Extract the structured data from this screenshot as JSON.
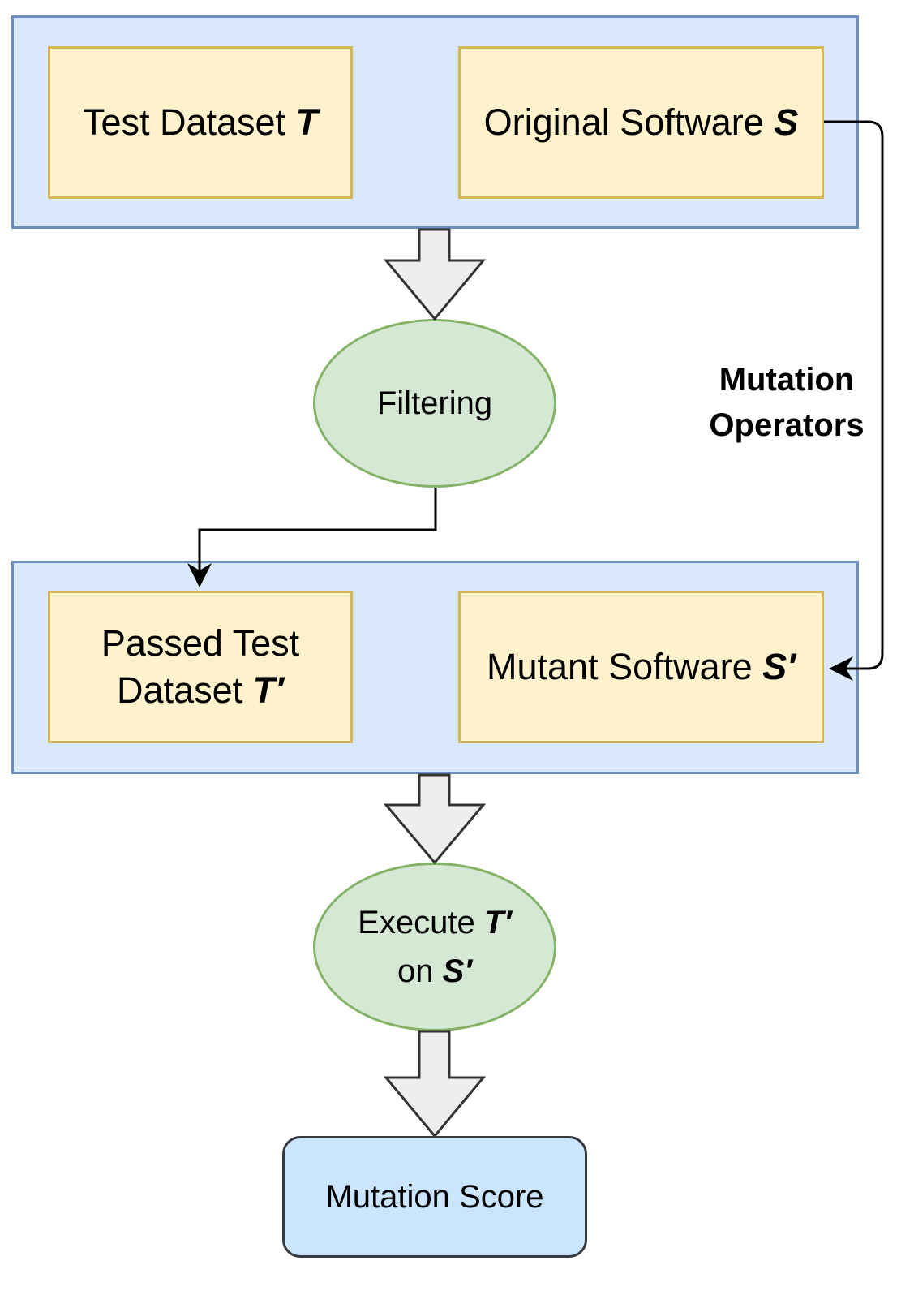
{
  "top_group": {
    "test_dataset": {
      "text": "Test Dataset ",
      "var": "T"
    },
    "original_software": {
      "text": "Original Software ",
      "var": "S"
    }
  },
  "filtering": {
    "label": "Filtering"
  },
  "mutation_operators": {
    "line1": "Mutation",
    "line2": "Operators"
  },
  "bottom_group": {
    "passed_test_dataset": {
      "line1": "Passed Test",
      "line2": "Dataset ",
      "var": "T′"
    },
    "mutant_software": {
      "text": "Mutant Software ",
      "var": "S′"
    }
  },
  "execute": {
    "text1": "Execute ",
    "var1": "T′",
    "text2": "on ",
    "var2": "S′"
  },
  "mutation_score": {
    "label": "Mutation Score"
  },
  "colors": {
    "group_fill": "#dae8fc",
    "group_border": "#6c8ebf",
    "box_fill": "#fff2cc",
    "box_border": "#d6b656",
    "process_fill": "#d5e8d4",
    "process_border": "#82b366",
    "result_fill": "#cce5ff",
    "arrow_fill": "#eeeeee"
  }
}
